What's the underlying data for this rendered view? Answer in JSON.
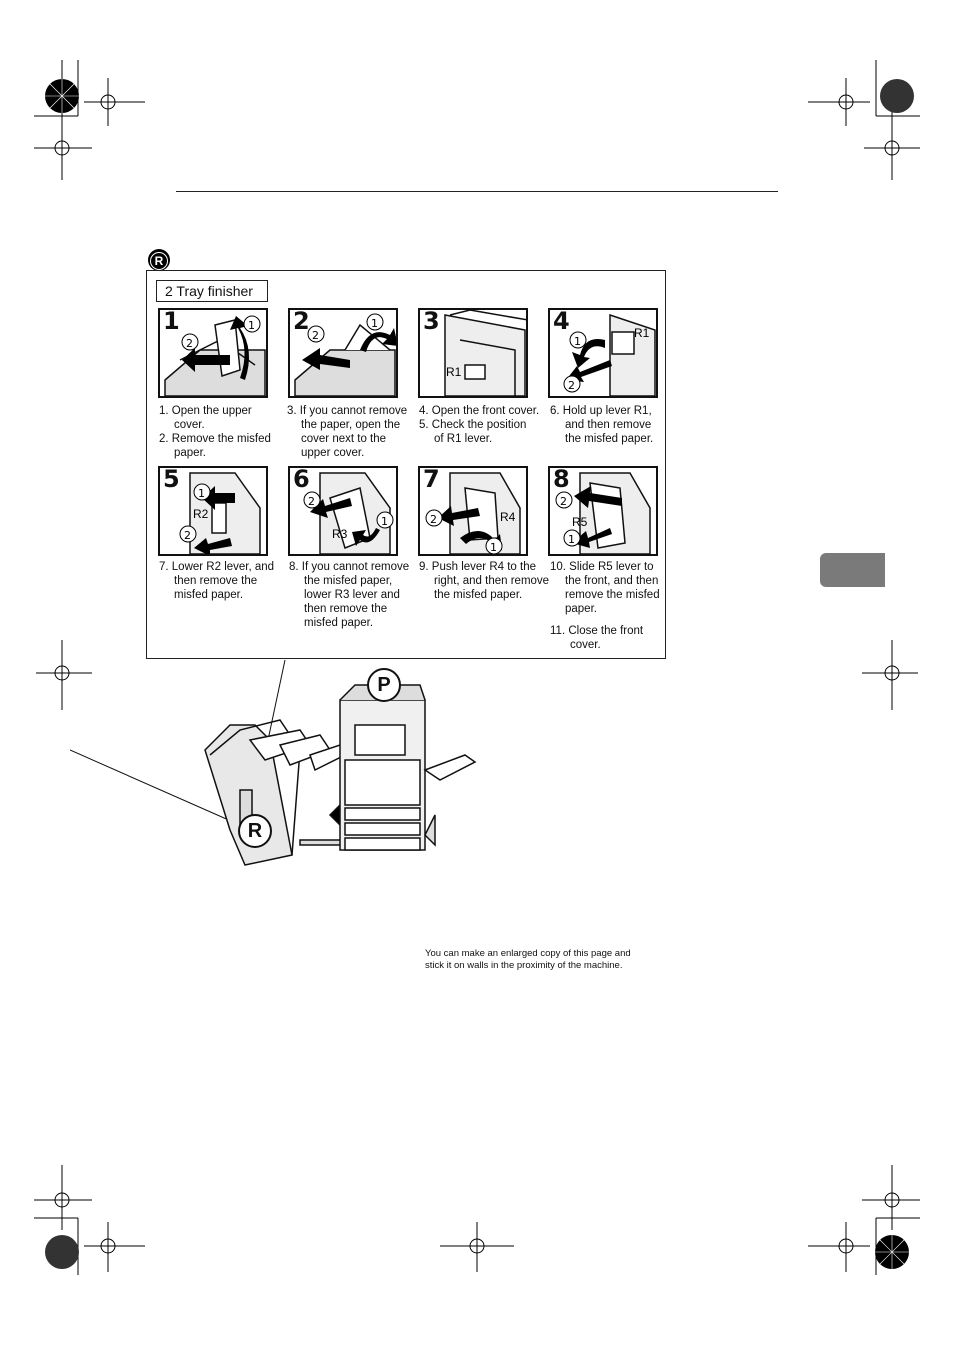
{
  "section_badge": "R",
  "box_title": "2 Tray finisher",
  "panels": [
    {
      "num": "1"
    },
    {
      "num": "2"
    },
    {
      "num": "3",
      "lever": "R1"
    },
    {
      "num": "4",
      "lever": "R1"
    },
    {
      "num": "5",
      "lever": "R2"
    },
    {
      "num": "6",
      "lever": "R3"
    },
    {
      "num": "7",
      "lever": "R4"
    },
    {
      "num": "8",
      "lever": "R5"
    }
  ],
  "steps_row1": [
    [
      [
        "1. Open the upper",
        "cover."
      ],
      [
        "2. Remove the misfed",
        "paper."
      ]
    ],
    [
      [
        "3. If you cannot remove",
        "the paper, open the",
        "cover next to the",
        "upper cover."
      ]
    ],
    [
      [
        "4. Open the front cover."
      ],
      [
        "5. Check the position",
        "of R1 lever."
      ]
    ],
    [
      [
        "6. Hold up lever R1,",
        "and then remove",
        "the misfed paper."
      ]
    ]
  ],
  "steps_row2": [
    [
      [
        "7. Lower R2 lever, and",
        "then remove the",
        "misfed paper."
      ]
    ],
    [
      [
        "8. If you cannot remove",
        "the misfed paper,",
        "lower R3 lever and",
        "then remove the",
        "misfed paper."
      ]
    ],
    [
      [
        "9. Push lever R4 to the",
        "right, and then remove",
        "the misfed paper."
      ]
    ],
    [
      [
        "10. Slide R5 lever to",
        "the front, and then",
        "remove the misfed",
        "paper."
      ],
      [
        "11. Close the front",
        "cover."
      ]
    ]
  ],
  "machine_labels": {
    "p": "P",
    "r": "R"
  },
  "note": [
    "You can make an enlarged copy of this page and",
    "stick it on walls in the proximity of the machine."
  ]
}
